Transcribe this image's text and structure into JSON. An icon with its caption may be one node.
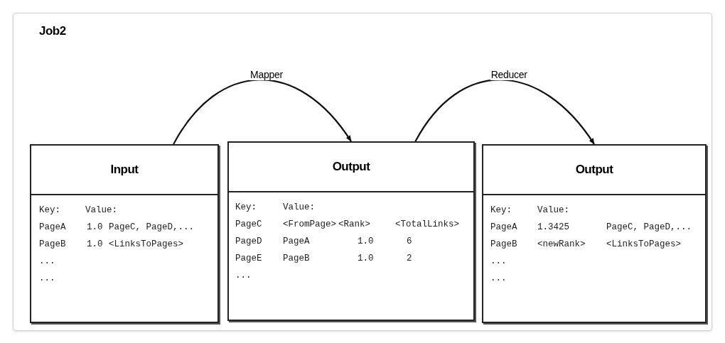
{
  "diagram": {
    "title": "Job2",
    "nodes": [
      {
        "text": [
          "Input",
          "Key:",
          "Value:",
          "PageA",
          "1.0",
          "PageC, PageD,...",
          "PageB",
          "1.0",
          "<LinksToPages>",
          "...",
          "..."
        ]
      },
      {
        "text": [
          "Output",
          "Key:",
          "Value:",
          "PageC",
          "<FromPage>",
          "<Rank>",
          "<TotalLinks>",
          "PageD",
          "PageA",
          "1.0",
          "6",
          "PageE",
          "PageB",
          "1.0",
          "2",
          "..."
        ]
      },
      {
        "text": [
          "Output",
          "Key:",
          "Value:",
          "PageA",
          "1.3425",
          "PageC, PageD,...",
          "PageB",
          "<newRank>",
          "<LinksToPages>",
          "...",
          "..."
        ]
      }
    ],
    "edges": [
      {
        "from": 0,
        "to": 1,
        "arrow": "to",
        "label": "Mapper"
      },
      {
        "from": 1,
        "to": 2,
        "arrow": "to",
        "label": "Reducer"
      }
    ]
  }
}
